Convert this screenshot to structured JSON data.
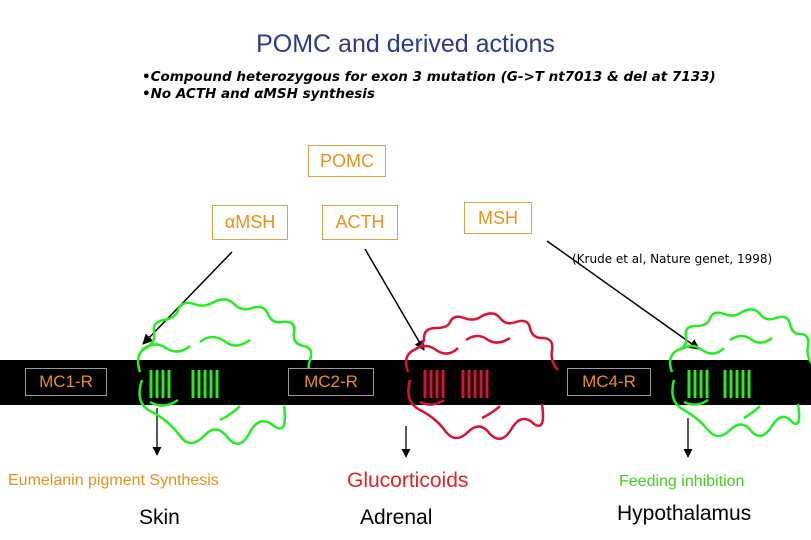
{
  "title": "POMC and derived actions",
  "bullets": [
    "•Compound heterozygous for exon 3 mutation (G->T nt7013 & del at 7133)",
    "•No ACTH and αMSH synthesis"
  ],
  "boxes": {
    "pomc": "POMC",
    "amsh": "αMSH",
    "acth": "ACTH",
    "msh": "MSH"
  },
  "citation": "(Krude et al, Nature genet, 1998)",
  "receptors": {
    "mc1": "MC1-R",
    "mc2": "MC2-R",
    "mc4": "MC4-R"
  },
  "outcomes": {
    "skin": {
      "action": "Eumelanin pigment Synthesis",
      "tissue": "Skin"
    },
    "adrenal": {
      "action": "Glucorticoids",
      "tissue": "Adrenal"
    },
    "hypothalamus": {
      "action": "Feeding inhibition",
      "tissue": "Hypothalamus"
    }
  },
  "colors": {
    "title": "#2b3a8c",
    "box_text": "#e8901c",
    "box_border": "#d9a441",
    "mc1_receptor": "#22ee22",
    "mc2_receptor": "#dd1133",
    "mc4_receptor": "#22ee22",
    "membrane": "#000000"
  }
}
